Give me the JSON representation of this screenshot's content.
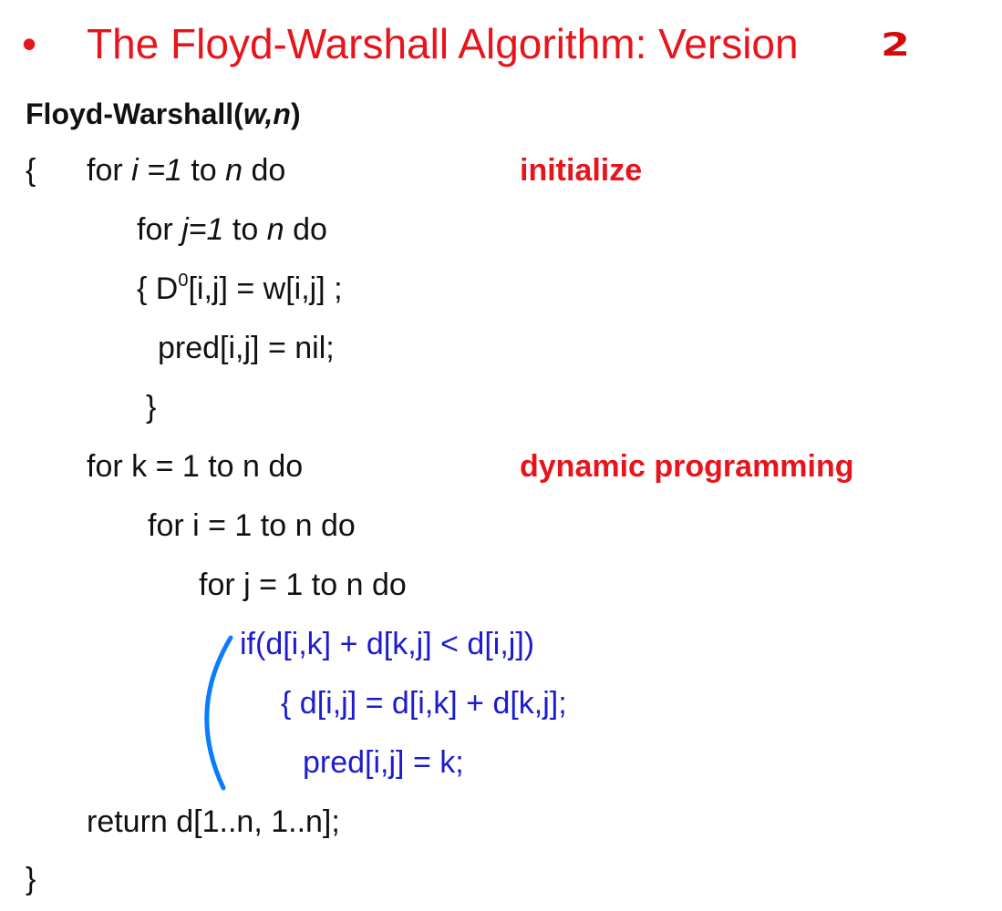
{
  "slide": {
    "bullet": "•",
    "title": "The Floyd-Warshall Algorithm: Version ",
    "title_handwritten_number": "2"
  },
  "code": {
    "signature_name": "Floyd-Warshall(",
    "signature_w": "w",
    "signature_comma": ",",
    "signature_n": "n",
    "signature_close": ")",
    "open_brace": "{",
    "line1_a": "for ",
    "line1_i": "i =1",
    "line1_b": " to ",
    "line1_n": "n",
    "line1_c": " do",
    "line2_a": "for ",
    "line2_j": "j=1",
    "line2_b": " to ",
    "line2_n": "n",
    "line2_c": " do",
    "line3_a": "{ D",
    "line3_sup": "0",
    "line3_b": "[i,j] = w[i,j] ;",
    "line4": "pred[i,j] = nil;",
    "line5": "}",
    "line6": "for k = 1 to n do",
    "line7": "for i = 1 to n do",
    "line8": "for j = 1 to n do",
    "line9": "if(d[i,k] + d[k,j] < d[i,j])",
    "line10": "{ d[i,j] = d[i,k] + d[k,j];",
    "line11": "pred[i,j] = k;",
    "line12": "return d[1..n, 1..n];",
    "close_brace": "}"
  },
  "annotations": {
    "initialize": "initialize",
    "dynamic_programming": "dynamic programming"
  },
  "colors": {
    "title": "#e8141c",
    "annotation": "#e8141c",
    "highlight_code": "#1c1ccc",
    "pen_arc": "#0a7cff"
  }
}
